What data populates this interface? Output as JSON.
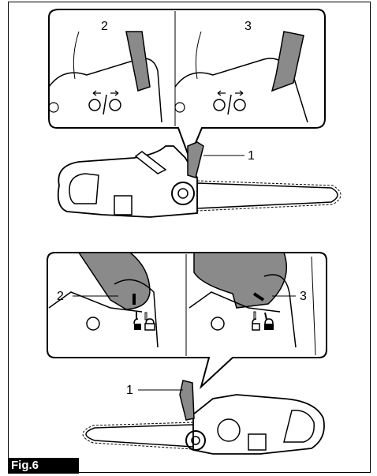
{
  "figure": {
    "label": "Fig.6",
    "top_panel": {
      "callouts": [
        "2",
        "3"
      ],
      "saw_callout": "1"
    },
    "bottom_panel": {
      "callouts": [
        "2",
        "3"
      ],
      "saw_callout": "1"
    }
  },
  "colors": {
    "ink": "#000000",
    "guard_gray": "#8a8a8a",
    "background": "#ffffff"
  }
}
